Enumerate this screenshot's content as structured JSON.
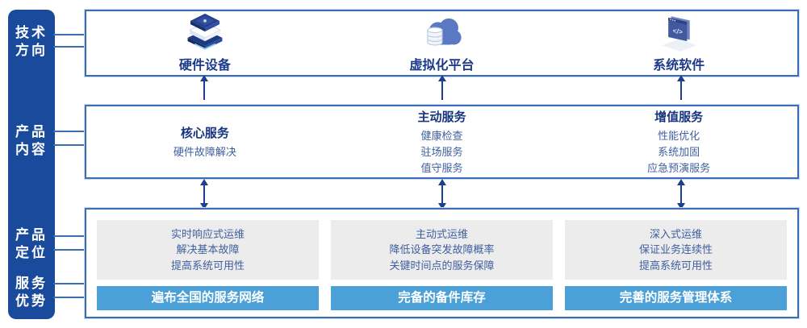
{
  "colors": {
    "sidebar_blue": "#1a4a9c",
    "border_blue": "#3a6db3",
    "heading_navy": "#17357f",
    "body_blue": "#3f5f9f",
    "banner_blue": "#4aa0d7",
    "grey_panel": "#ececec",
    "arrow_navy": "#1e3e8e"
  },
  "sidebar": {
    "labels": [
      {
        "line1": "技术",
        "line2": "方向"
      },
      {
        "line1": "产品",
        "line2": "内容"
      },
      {
        "line1": "产品",
        "line2": "定位"
      },
      {
        "line1": "服务",
        "line2": "优势"
      }
    ]
  },
  "tech_row": {
    "items": [
      {
        "icon": "server-stack-icon",
        "label": "硬件设备"
      },
      {
        "icon": "cloud-database-icon",
        "label": "虚拟化平台"
      },
      {
        "icon": "code-window-icon",
        "label": "系统软件"
      }
    ]
  },
  "content_row": {
    "columns": [
      {
        "heading": "核心服务",
        "items": [
          "硬件故障解决"
        ]
      },
      {
        "heading": "主动服务",
        "items": [
          "健康检查",
          "驻场服务",
          "值守服务"
        ]
      },
      {
        "heading": "增值服务",
        "items": [
          "性能优化",
          "系统加固",
          "应急预演服务"
        ]
      }
    ]
  },
  "bottom_row": {
    "columns": [
      {
        "positioning": [
          "实时响应式运维",
          "解决基本故障",
          "提高系统可用性"
        ],
        "advantage": "遍布全国的服务网络"
      },
      {
        "positioning": [
          "主动式运维",
          "降低设备突发故障概率",
          "关键时间点的服务保障"
        ],
        "advantage": "完备的备件库存"
      },
      {
        "positioning": [
          "深入式运维",
          "保证业务连续性",
          "提高系统可用性"
        ],
        "advantage": "完善的服务管理体系"
      }
    ]
  }
}
